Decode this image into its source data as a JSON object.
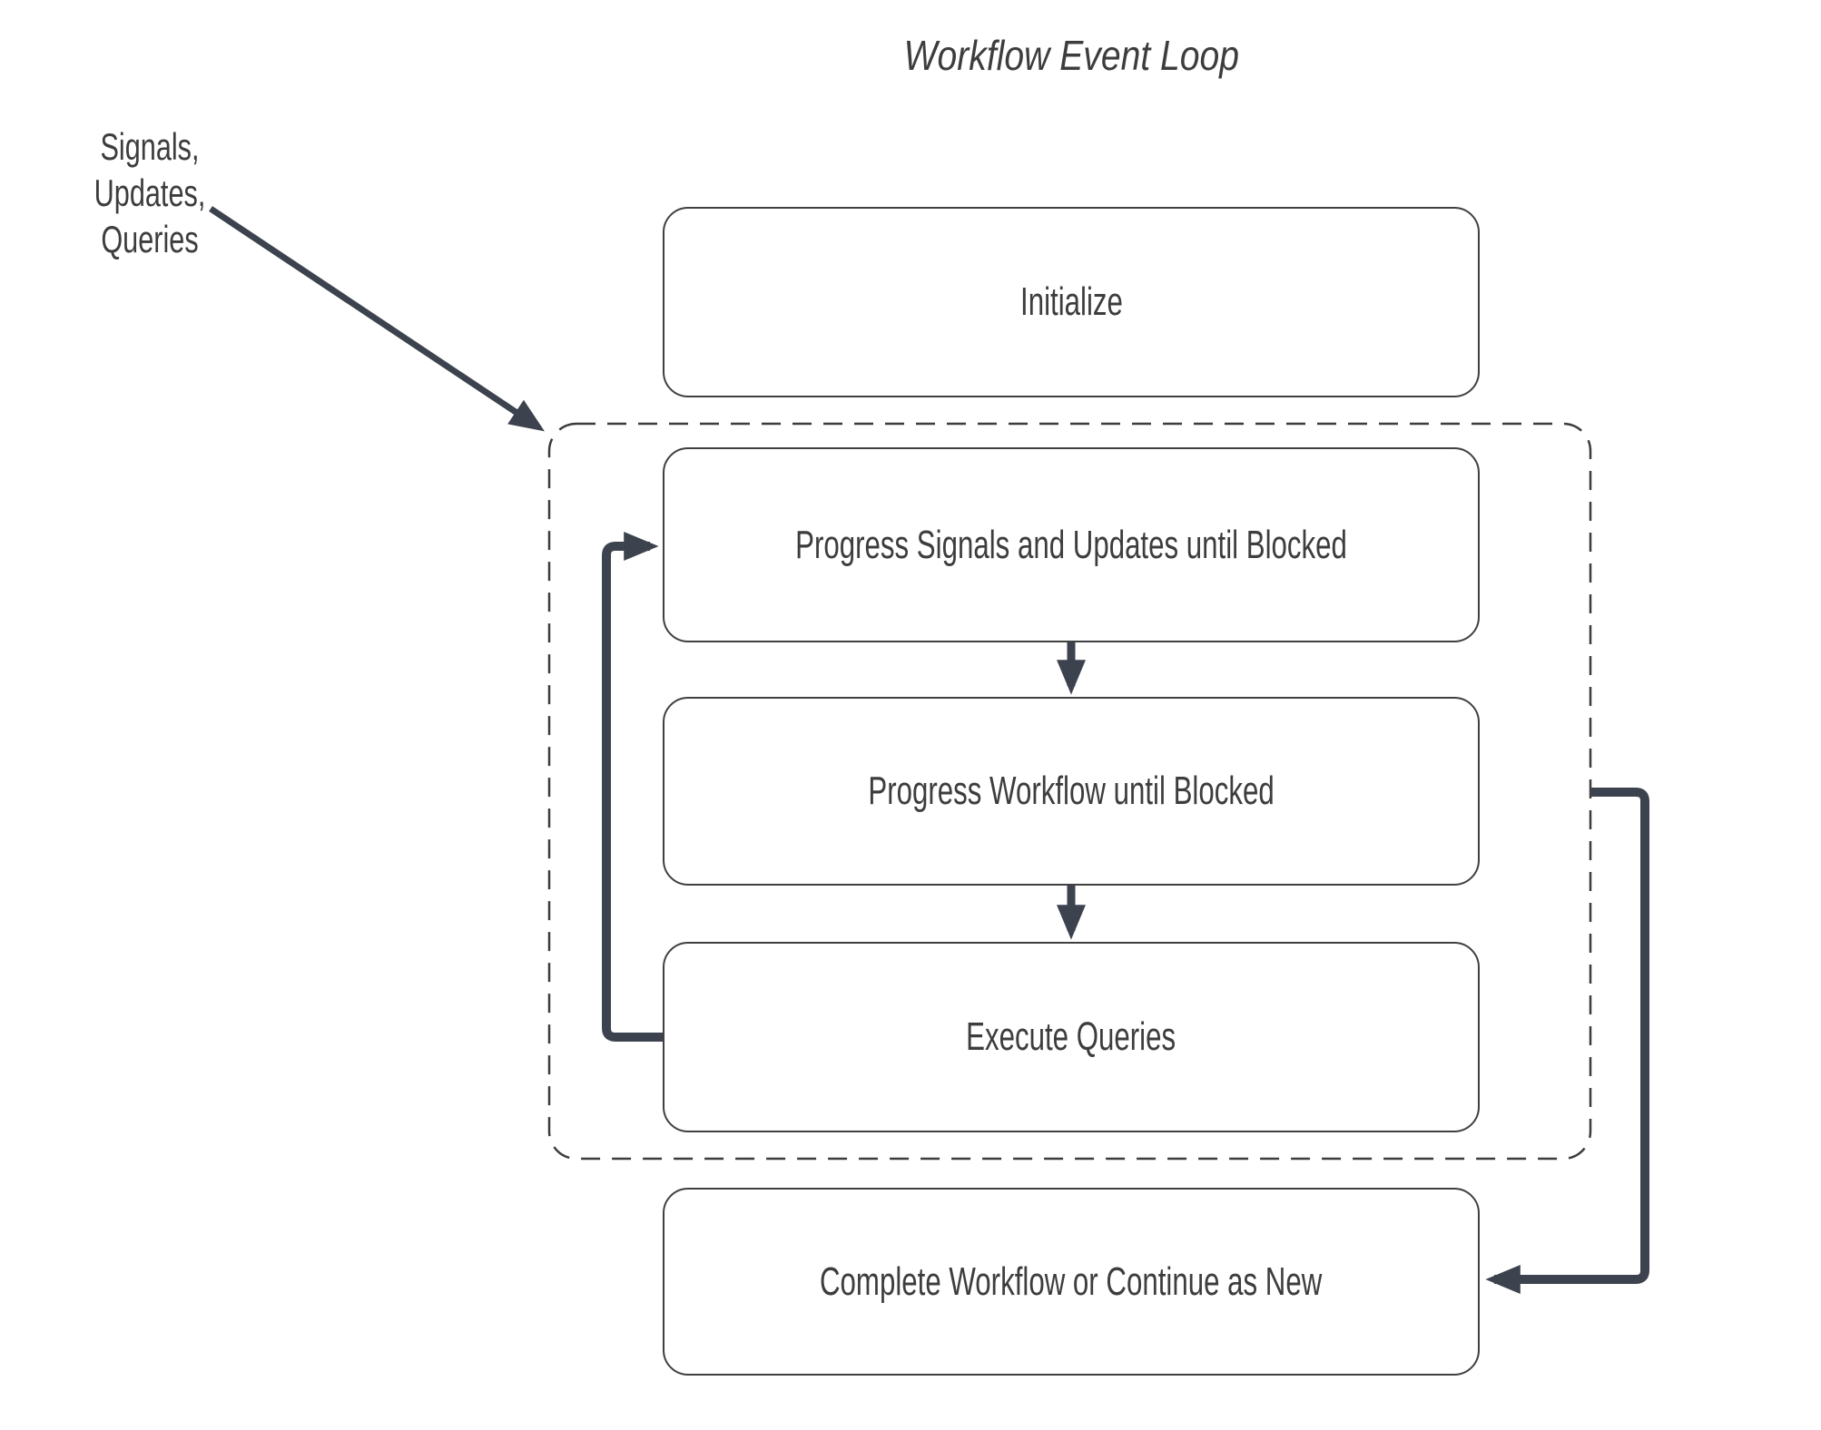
{
  "title": "Workflow Event Loop",
  "input_annotation": {
    "text": "Signals, Updates,\nQueries"
  },
  "nodes": {
    "initialize": {
      "label": "Initialize"
    },
    "progress_signals": {
      "label": "Progress Signals and Updates until Blocked"
    },
    "progress_workflow": {
      "label": "Progress Workflow until Blocked"
    },
    "execute_queries": {
      "label": "Execute Queries"
    },
    "complete": {
      "label": "Complete Workflow or Continue as New"
    }
  },
  "group": {
    "style": "dashed",
    "contains": [
      "progress_signals",
      "progress_workflow",
      "execute_queries"
    ]
  },
  "connections": [
    {
      "from": "input_annotation",
      "to": "group",
      "type": "thin-arrow"
    },
    {
      "from": "progress_signals",
      "to": "progress_workflow",
      "type": "down-arrow"
    },
    {
      "from": "progress_workflow",
      "to": "execute_queries",
      "type": "down-arrow"
    },
    {
      "from": "execute_queries",
      "to": "progress_signals",
      "type": "loop-back-left"
    },
    {
      "from": "group",
      "to": "complete",
      "type": "loop-right"
    }
  ],
  "colors": {
    "arrow": "#3d434e",
    "node_border": "#404040",
    "dashed_border": "#3c3c3c",
    "text": "#3d3d3d",
    "background": "#ffffff"
  }
}
